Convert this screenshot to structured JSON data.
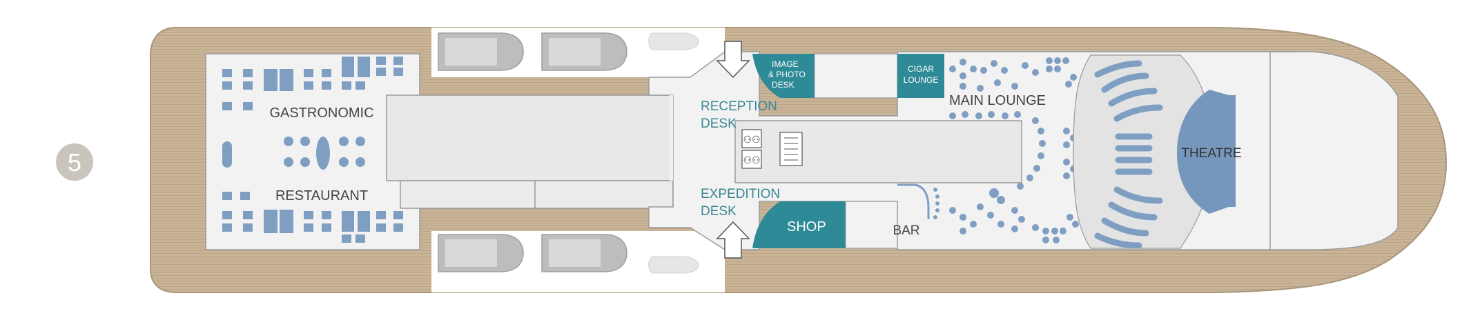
{
  "deck": {
    "number": "5"
  },
  "labels": {
    "gastronomic": "GASTRONOMIC",
    "restaurant": "RESTAURANT",
    "reception_line1": "RECEPTION",
    "reception_line2": "DESK",
    "expedition_line1": "EXPEDITION",
    "expedition_line2": "DESK",
    "image_line1": "IMAGE",
    "image_line2": "& PHOTO",
    "image_line3": "DESK",
    "cigar_line1": "CIGAR",
    "cigar_line2": "LOUNGE",
    "main_lounge": "MAIN LOUNGE",
    "shop": "SHOP",
    "bar": "BAR",
    "theatre": "THEATRE"
  },
  "colors": {
    "deck_wood": "#c9b497",
    "interior": "#f2f2f2",
    "corridor": "#e8e8e8",
    "outline": "#9a9a9a",
    "furniture": "#7f9fc2",
    "teal_room": "#2e8a96",
    "teal_text": "#3a8794",
    "dark_text": "#444444",
    "theatre_stage": "#7697bd",
    "deck_badge": "#c9c4bc"
  },
  "icons": [
    "restroom-icon",
    "elevator-icon",
    "stairs-arrow-icon",
    "lifeboat-icon",
    "zodiac-icon"
  ]
}
